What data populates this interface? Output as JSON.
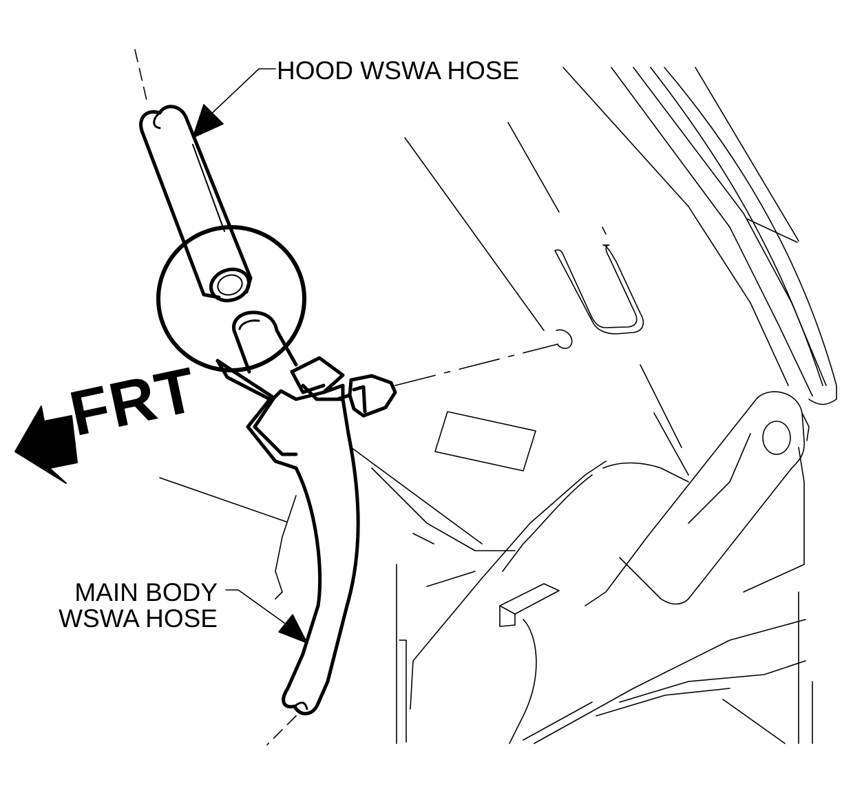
{
  "labels": {
    "hood_hose": "HOOD WSWA HOSE",
    "main_hose_line1": "MAIN BODY",
    "main_hose_line2": "WSWA HOSE",
    "direction": "FRT"
  },
  "colors": {
    "ink": "#000000",
    "paper": "#ffffff"
  }
}
